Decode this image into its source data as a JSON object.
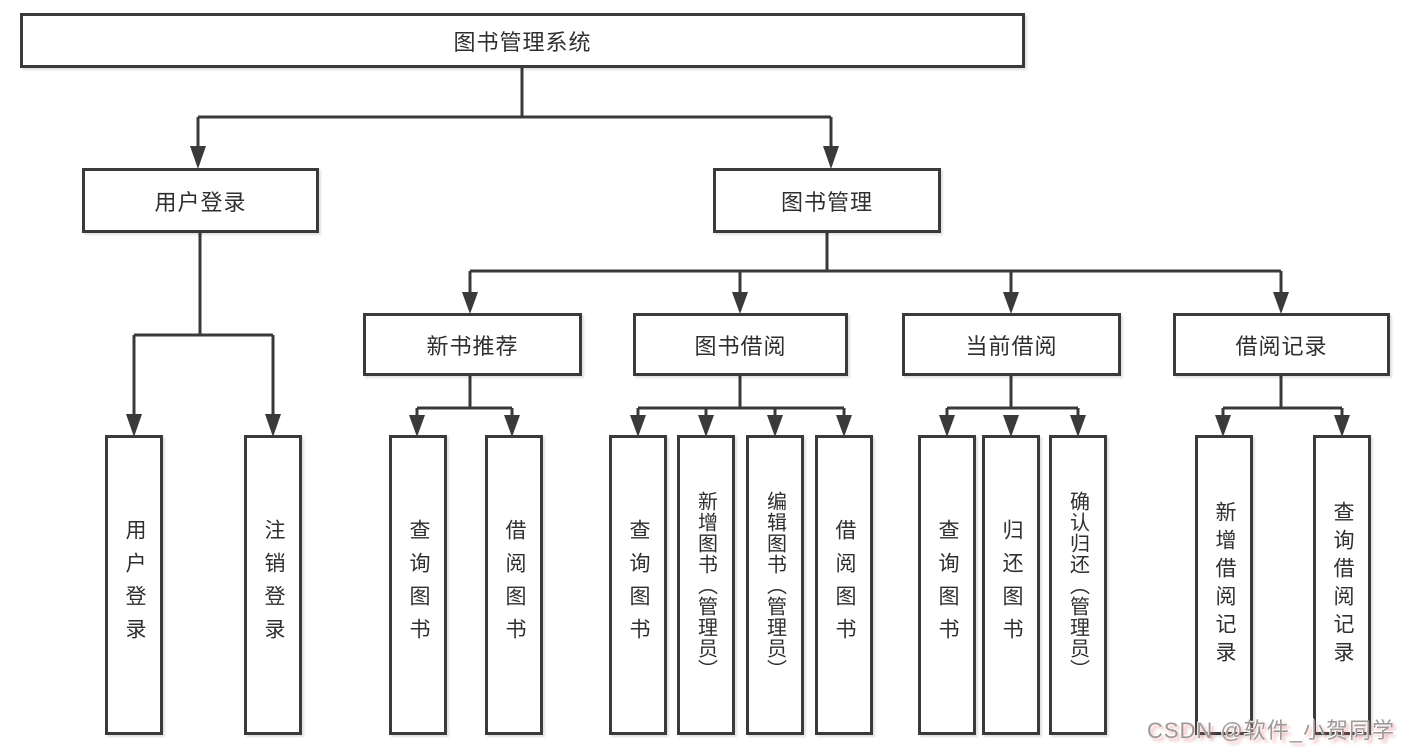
{
  "diagram": {
    "root": "图书管理系统",
    "level2": {
      "user_login": "用户登录",
      "book_mgmt": "图书管理"
    },
    "level3": {
      "new_books": "新书推荐",
      "borrowing": "图书借阅",
      "current": "当前借阅",
      "records": "借阅记录"
    },
    "leaves": {
      "user_login": "用户登录",
      "logout": "注销登录",
      "nb_query": "查询图书",
      "nb_borrow": "借阅图书",
      "bw_query": "查询图书",
      "bw_add": "新增图书（管理员）",
      "bw_edit": "编辑图书（管理员）",
      "bw_borrow": "借阅图书",
      "cur_query": "查询图书",
      "cur_return": "归还图书",
      "cur_confirm": "确认归还（管理员）",
      "rec_add": "新增借阅记录",
      "rec_query": "查询借阅记录"
    }
  },
  "watermark": {
    "text": "CSDN @软件_小贺同学"
  },
  "colors": {
    "line": "#3a3a3a",
    "box_border": "#3a3a3a",
    "text": "#2f2f2f",
    "watermark_text": "#9a9a9a",
    "watermark_shadow": "#e26e6e",
    "background": "#ffffff"
  }
}
